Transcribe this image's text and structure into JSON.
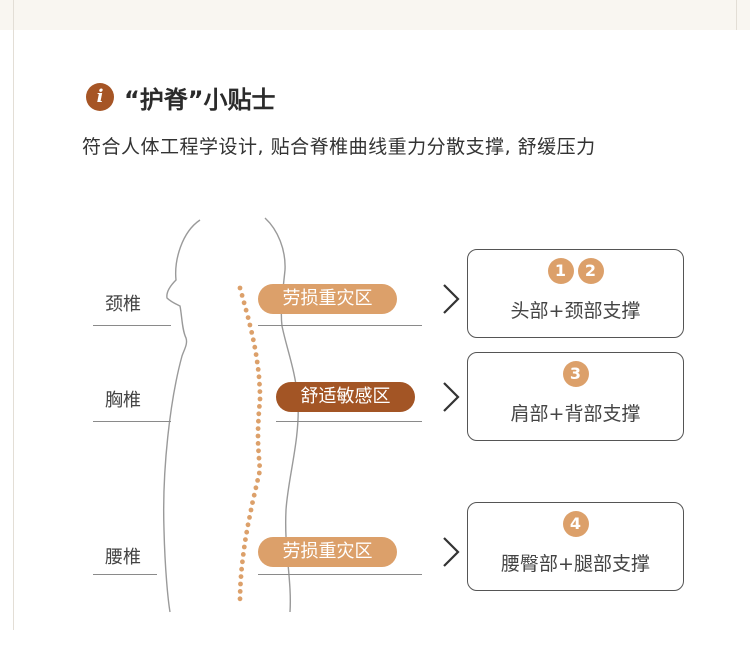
{
  "header": {
    "icon_glyph": "i",
    "title": "“护脊”小贴士",
    "subtitle": "符合人体工程学设计, 贴合脊椎曲线重力分散支撑, 舒缓压力"
  },
  "diagram": {
    "segments": [
      {
        "label": "颈椎",
        "zone": "劳损重灾区",
        "zone_style": "light",
        "numbers": [
          "1",
          "2"
        ],
        "support": "头部+颈部支撑"
      },
      {
        "label": "胸椎",
        "zone": "舒适敏感区",
        "zone_style": "dark",
        "numbers": [
          "3"
        ],
        "support": "肩部+背部支撑"
      },
      {
        "label": "腰椎",
        "zone": "劳损重灾区",
        "zone_style": "light",
        "numbers": [
          "4"
        ],
        "support": "腰臀部+腿部支撑"
      }
    ]
  },
  "colors": {
    "accent_dark": "#a35525",
    "accent_light": "#dca06a",
    "spine_dots": "#dca06a"
  },
  "icons": [
    "info-icon",
    "body-silhouette",
    "spine-dots",
    "chevron-right-icon"
  ]
}
